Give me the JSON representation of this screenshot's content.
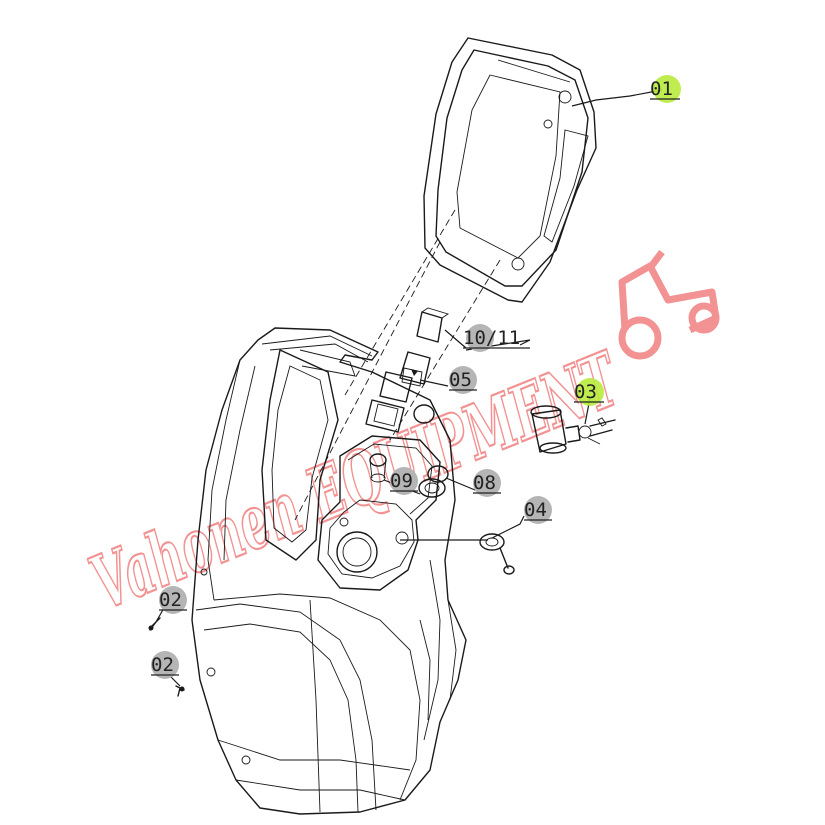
{
  "diagram": {
    "callouts": [
      {
        "id": "c01",
        "label": "01",
        "highlight": true
      },
      {
        "id": "c10",
        "label": "10/11",
        "highlight": false
      },
      {
        "id": "c05",
        "label": "05",
        "highlight": false
      },
      {
        "id": "c03",
        "label": "03",
        "highlight": true
      },
      {
        "id": "c09",
        "label": "09",
        "highlight": false
      },
      {
        "id": "c08",
        "label": "08",
        "highlight": false
      },
      {
        "id": "c04",
        "label": "04",
        "highlight": false
      },
      {
        "id": "c02a",
        "label": "02",
        "highlight": false
      },
      {
        "id": "c02b",
        "label": "02",
        "highlight": false
      }
    ],
    "watermark": "Vahonen EQUIPMENT"
  },
  "colors": {
    "highlight": "#b8ea3c",
    "marker": "#b5b5b5",
    "watermark": "#f08080",
    "line": "#1a1a1a"
  }
}
